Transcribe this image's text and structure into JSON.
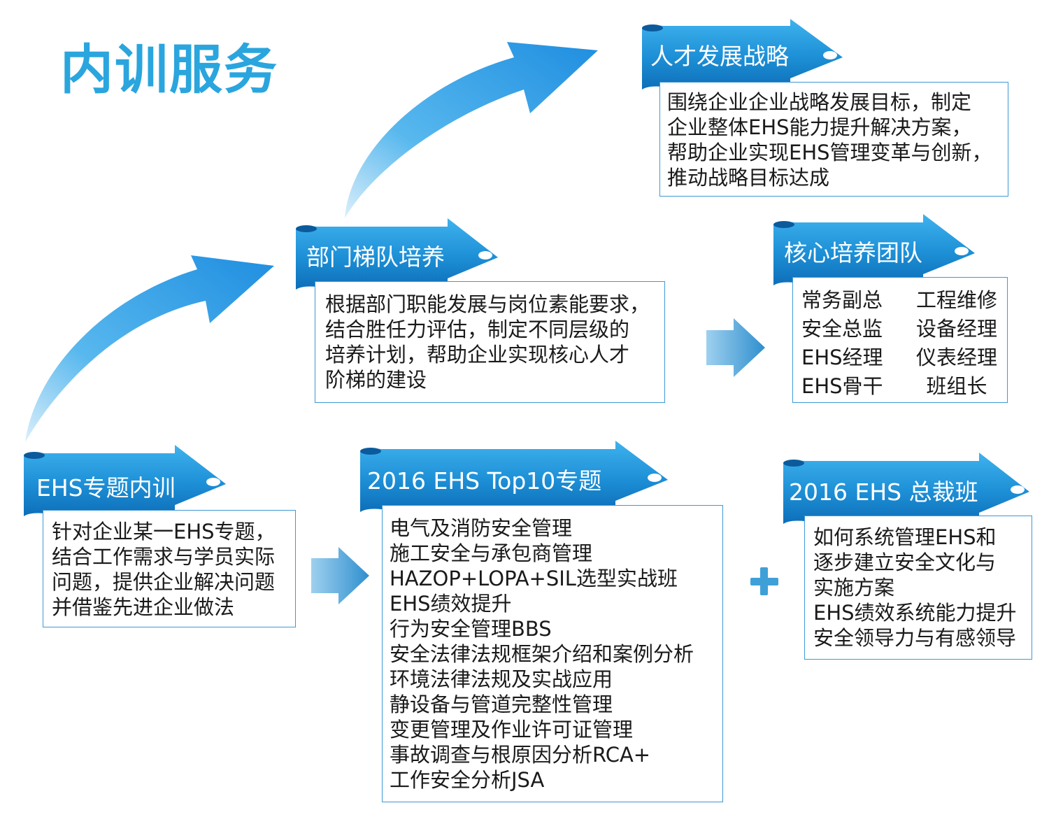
{
  "title": "内训服务",
  "stages": {
    "talent": {
      "label": "人才发展战略",
      "lines": [
        "围绕企业企业战略发展目标，制定",
        "企业整体EHS能力提升解决方案，",
        "帮助企业实现EHS管理变革与创新，",
        "推动战略目标达成"
      ]
    },
    "dept": {
      "label": "部门梯队培养",
      "lines": [
        "根据部门职能发展与岗位素能要求，",
        "结合胜任力评估，制定不同层级的",
        "培养计划，帮助企业实现核心人才",
        "阶梯的建设"
      ]
    },
    "core": {
      "label": "核心培养团队",
      "left": [
        "常务副总",
        "安全总监",
        "EHS经理",
        "EHS骨干"
      ],
      "right": [
        "工程维修",
        "设备经理",
        "仪表经理",
        "班组长"
      ]
    },
    "ehs": {
      "label": "EHS专题内训",
      "lines": [
        "针对企业某一EHS专题，",
        "结合工作需求与学员实际",
        "问题，提供企业解决问题",
        "并借鉴先进企业做法"
      ]
    },
    "top10": {
      "label": "2016 EHS Top10专题",
      "lines": [
        "电气及消防安全管理",
        "施工安全与承包商管理",
        "HAZOP+LOPA+SIL选型实战班",
        "EHS绩效提升",
        "行为安全管理BBS",
        "安全法律法规框架介绍和案例分析",
        "环境法律法规及实战应用",
        "静设备与管道完整性管理",
        "变更管理及作业许可证管理",
        "事故调查与根原因分析RCA+",
        "工作安全分析JSA"
      ]
    },
    "ceo": {
      "label": "2016 EHS 总裁班",
      "lines": [
        "如何系统管理EHS和",
        "逐步建立安全文化与",
        "实施方案",
        "EHS绩效系统能力提升",
        "安全领导力与有感领导"
      ]
    }
  },
  "plus_symbol": "+",
  "colors": {
    "title": "#2aa5de",
    "ribbon": "#1e8fd6",
    "ribbon_dark": "#0b5a9c",
    "border": "#3d99d6",
    "arrow": "#4aa3dc"
  }
}
